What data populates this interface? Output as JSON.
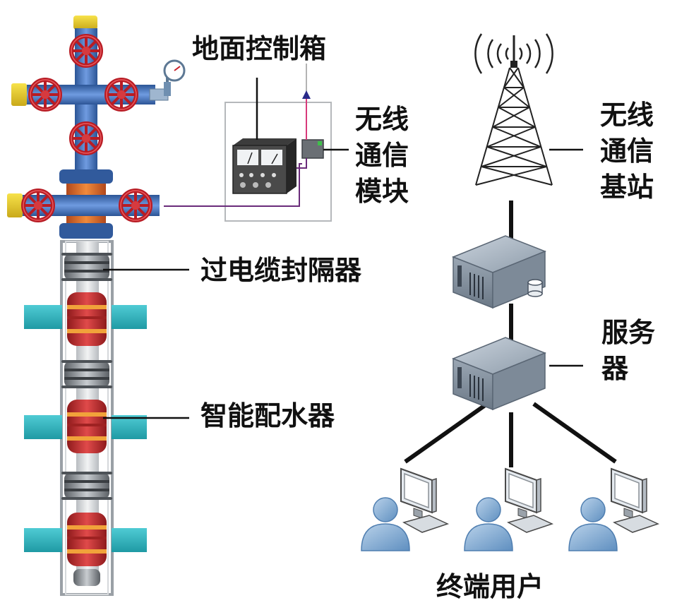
{
  "labels": {
    "control_box": "地面控制箱",
    "wireless_module": [
      "无线",
      "通信",
      "模块"
    ],
    "base_station": [
      "无线",
      "通信",
      "基站"
    ],
    "cable_packer": "过电缆封隔器",
    "server": [
      "服务",
      "器"
    ],
    "injection_allocator": "智能配水器",
    "end_user": "终端用户"
  },
  "colors": {
    "valve_red": "#c8202a",
    "wellhead_blue": "#3d6fb8",
    "packer_gray": "#6f7478",
    "allocator_red": "#c8383a",
    "formation_teal": "#2bb3bd",
    "server_gray": "#8a97a6",
    "user_blue": "#8fb2d6",
    "signal_line": "#6a2b7a"
  },
  "icons": {
    "valve": "valve-icon",
    "gauge": "pressure-gauge-icon",
    "tower": "radio-tower-icon",
    "server": "server-icon",
    "computer": "computer-monitor-icon",
    "user": "user-icon"
  }
}
